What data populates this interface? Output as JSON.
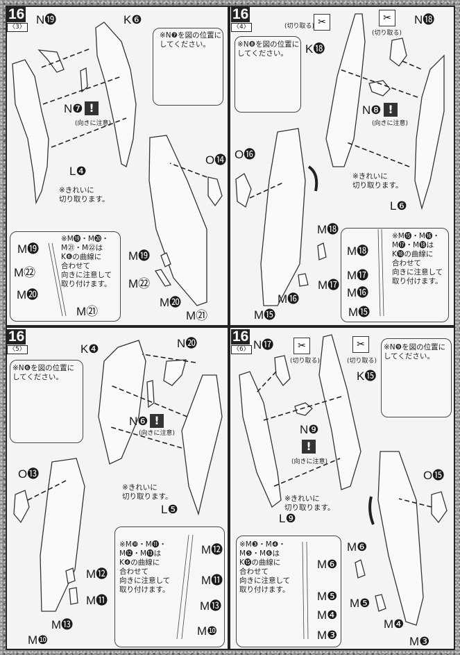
{
  "step_number": "16",
  "cut_label": "(切り取る)",
  "orientation_note": "(向きに注意)",
  "cut_clean_note": "※きれいに\n切り取ります。",
  "warning_icon": "exclamation-icon",
  "nipper_icon": "nipper-icon",
  "panels": [
    {
      "sub": "〈3〉",
      "parts": {
        "n_a": "N⓳",
        "k": "K❻",
        "n_b": "N❼",
        "l": "L❹",
        "o": "O⓮",
        "m1": "M⓳",
        "m2": "M㉒",
        "m3": "M⓴",
        "m4": "M㉑"
      },
      "callout": "※N❼を図の位置に\nしてください。",
      "m_note": "※M⓳・M⓴・\nM㉑・M㉒は\nK❻の曲線に\n合わせて\n向きに注意して\n取り付けます。"
    },
    {
      "sub": "〈4〉",
      "parts": {
        "n_a": "N⓲",
        "k": "K⓲",
        "n_b": "N❽",
        "l": "L❻",
        "o": "O⓰",
        "m1": "M⓲",
        "m2": "M⓱",
        "m3": "M⓰",
        "m4": "M⓯"
      },
      "callout": "※N❽を図の位置に\nしてください。",
      "m_note": "※M⓯・M⓰・\nM⓱・M⓲は\nK⓲の曲線に\n合わせて\n向きに注意して\n取り付けます。"
    },
    {
      "sub": "〈5〉",
      "parts": {
        "n_a": "N⓴",
        "k": "K❹",
        "n_b": "N❻",
        "l": "L❺",
        "o": "O⓭",
        "m1": "M⓬",
        "m2": "M⓫",
        "m3": "M⓭",
        "m4": "M❿"
      },
      "callout": "※N❻を図の位置に\nしてください。",
      "m_note": "※M❿・M⓫・\nM⓬・M⓭は\nK❹の曲線に\n合わせて\n向きに注意して\n取り付けます。"
    },
    {
      "sub": "〈6〉",
      "parts": {
        "n_a": "N⓱",
        "k": "K⓯",
        "n_b": "N❾",
        "l": "L❾",
        "o": "O⓯",
        "m1": "M❻",
        "m2": "M❺",
        "m3": "M❹",
        "m4": "M❸"
      },
      "callout": "※N❾を図の位置に\nしてください。",
      "m_note": "※M❸・M❹・\nM❺・M❻は\nK⓯の曲線に\n合わせて\n向きに注意して\n取り付けます。"
    }
  ]
}
